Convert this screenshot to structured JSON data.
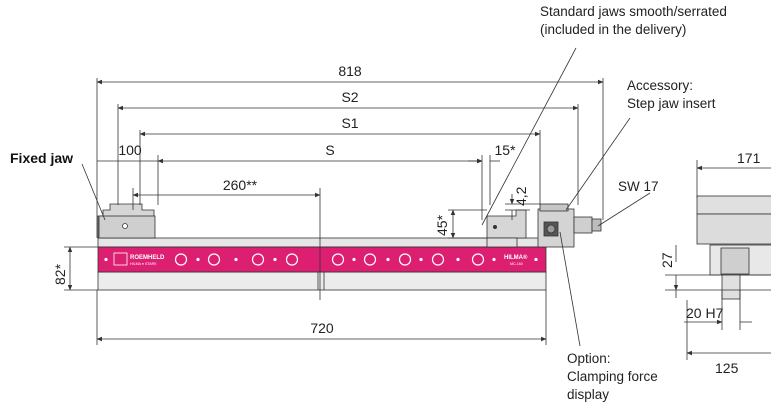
{
  "labels": {
    "fixed_jaw": "Fixed jaw",
    "standard_jaws_line1": "Standard jaws smooth/serrated",
    "standard_jaws_line2": "(included in the delivery)",
    "accessory_line1": "Accessory:",
    "accessory_line2": "Step jaw insert",
    "sw": "SW 17",
    "option_line1": "Option:",
    "option_line2": "Clamping force",
    "option_line3": "display"
  },
  "dimensions": {
    "overall_length": "818",
    "s2": "S2",
    "s1": "S1",
    "s": "S",
    "d100": "100",
    "d260": "260**",
    "d15": "15*",
    "d4_2": "4,2",
    "d45": "45*",
    "d82": "82*",
    "d720": "720",
    "side_171": "171",
    "side_27": "27",
    "side_20h7": "20 H7",
    "side_125": "125"
  },
  "branding": {
    "maker": "ROEMHELD",
    "maker_sub": "HILMA ● STARK",
    "product": "HILMA®",
    "product_sub": "MC-160"
  },
  "colors": {
    "body_magenta": "#dd1f72",
    "jaw_gray": "#d9d9d9",
    "base_gray": "#ececec",
    "outline": "#333333"
  }
}
